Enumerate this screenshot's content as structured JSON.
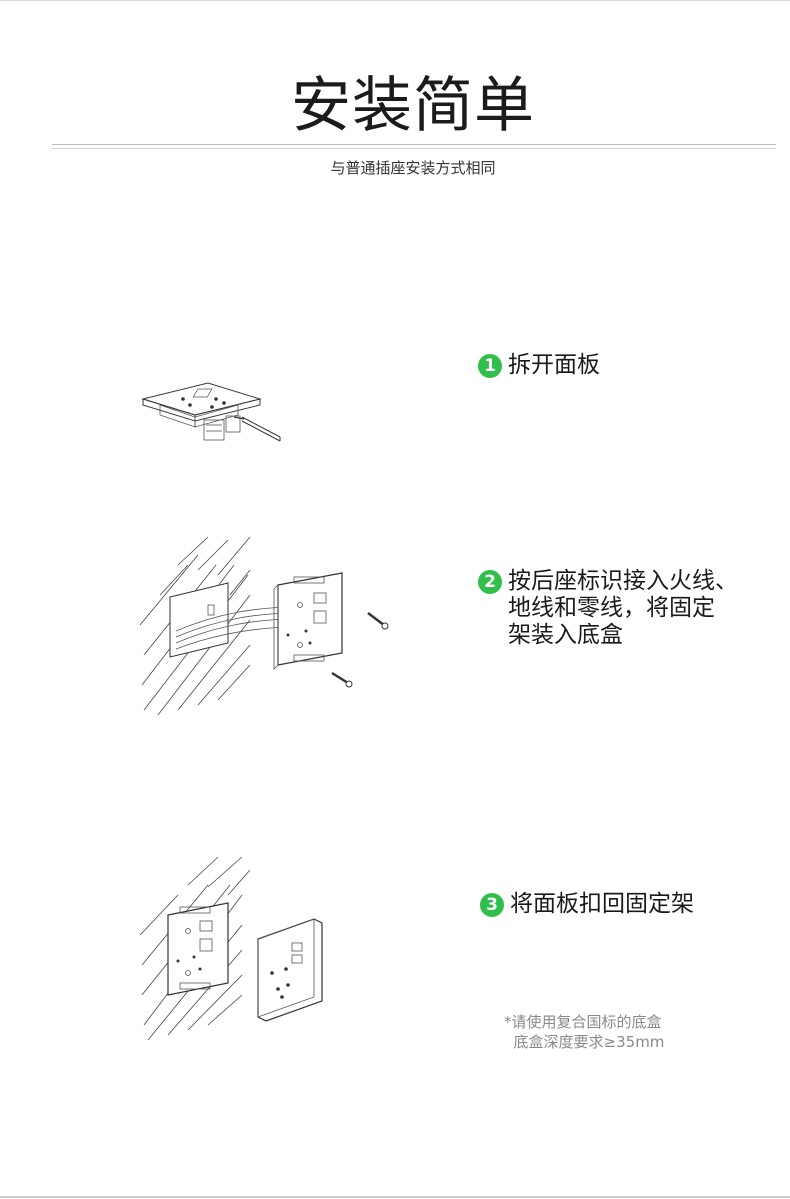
{
  "header": {
    "title": "安装简单",
    "subtitle": "与普通插座安装方式相同"
  },
  "steps": [
    {
      "number": "1",
      "text": "拆开面板"
    },
    {
      "number": "2",
      "text": "按后座标识接入火线、\n地线和零线，将固定\n架装入底盒"
    },
    {
      "number": "3",
      "text": "将面板扣回固定架"
    }
  ],
  "note": {
    "line1": "*请使用复合国标的底盒",
    "line2": "  底盒深度要求≥35mm"
  },
  "colors": {
    "accent": "#2fbf4a",
    "note_text": "#8a8a8a"
  }
}
